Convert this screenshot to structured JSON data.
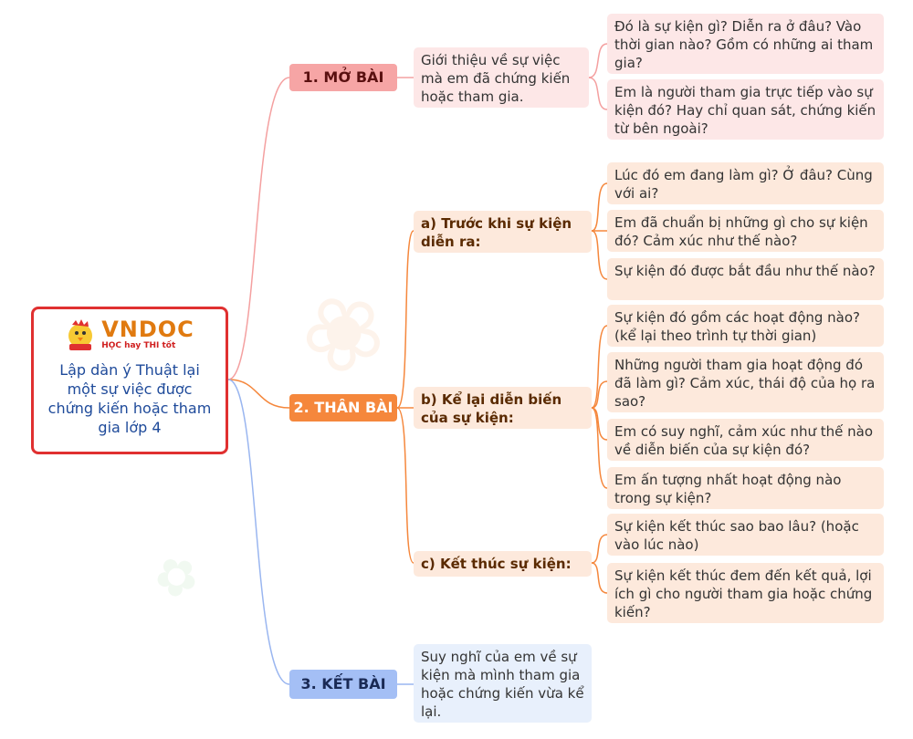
{
  "root": {
    "brand": "VNDOC",
    "slogan": "HỌC hay THI tốt",
    "title": "Lập dàn ý Thuật lại một sự việc được chứng kiến hoặc tham gia lớp 4"
  },
  "sections": [
    {
      "label": "1. MỞ BÀI",
      "intro": "Giới thiệu về sự việc mà em đã chứng kiến hoặc tham gia.",
      "details": [
        "Đó là sự kiện gì? Diễn ra ở đâu? Vào thời gian nào? Gồm có những ai tham gia?",
        "Em là người tham gia trực tiếp vào sự kiện đó? Hay chỉ quan sát, chứng kiến từ bên ngoài?"
      ]
    },
    {
      "label": "2. THÂN BÀI",
      "subsections": [
        {
          "label": "a) Trước khi sự kiện diễn ra:",
          "details": [
            "Lúc đó em đang làm gì? Ở đâu? Cùng với ai?",
            "Em đã chuẩn bị những gì cho sự kiện đó? Cảm xúc như thế nào?",
            "Sự kiện đó được bắt đầu như thế nào?"
          ]
        },
        {
          "label": "b) Kể lại diễn biến của sự kiện:",
          "details": [
            "Sự kiện đó gồm các hoạt động nào? (kể lại theo trình tự thời gian)",
            "Những người tham gia hoạt động đó đã làm gì? Cảm xúc, thái độ của họ ra sao?",
            "Em có suy nghĩ, cảm xúc như thế nào về diễn biến của sự kiện đó?",
            "Em ấn tượng nhất hoạt động nào trong sự kiện?"
          ]
        },
        {
          "label": "c) Kết thúc sự kiện:",
          "details": [
            "Sự kiện kết thúc sao bao lâu? (hoặc vào lúc nào)",
            "Sự kiện kết thúc đem đến kết quả, lợi ích gì cho người tham gia hoặc chứng kiến?"
          ]
        }
      ]
    },
    {
      "label": "3. KẾT BÀI",
      "intro": "Suy nghĩ của em về sự kiện mà mình tham gia hoặc chứng kiến vừa kể lại."
    }
  ],
  "colors": {
    "root_border": "#e03030",
    "mo_bai": "#f6a5a5",
    "than_bai": "#f5873c",
    "ket_bai": "#a4bff5"
  }
}
